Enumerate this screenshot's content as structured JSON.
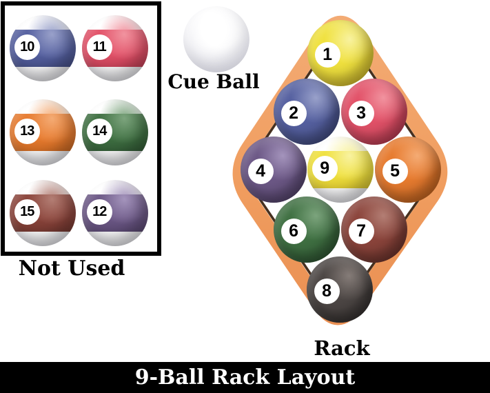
{
  "title": "9-Ball Rack Layout",
  "cue_ball": {
    "label": "Cue Ball"
  },
  "not_used": {
    "label": "Not Used",
    "rows": [
      [
        10,
        11
      ],
      [
        13,
        14
      ],
      [
        15,
        12
      ]
    ]
  },
  "rack": {
    "label": "Rack",
    "rows": [
      [
        1
      ],
      [
        2,
        3
      ],
      [
        4,
        9,
        5
      ],
      [
        6,
        7
      ],
      [
        8
      ]
    ]
  },
  "balls": {
    "1": {
      "color": "yellow",
      "style": "solid"
    },
    "2": {
      "color": "blue",
      "style": "solid"
    },
    "3": {
      "color": "red",
      "style": "solid"
    },
    "4": {
      "color": "purple",
      "style": "solid"
    },
    "5": {
      "color": "orange",
      "style": "solid"
    },
    "6": {
      "color": "green",
      "style": "solid"
    },
    "7": {
      "color": "maroon",
      "style": "solid"
    },
    "8": {
      "color": "black",
      "style": "solid"
    },
    "9": {
      "color": "yellow",
      "style": "stripe"
    },
    "10": {
      "color": "blue",
      "style": "stripe"
    },
    "11": {
      "color": "red",
      "style": "stripe"
    },
    "12": {
      "color": "purple",
      "style": "stripe"
    },
    "13": {
      "color": "orange",
      "style": "stripe"
    },
    "14": {
      "color": "green",
      "style": "stripe"
    },
    "15": {
      "color": "maroon",
      "style": "stripe"
    }
  },
  "ball_palette": {
    "yellow": {
      "main": "#f0e13e",
      "dark": "#c6ab22",
      "hl": "#f8f2a0"
    },
    "blue": {
      "main": "#5560a0",
      "dark": "#363f6e",
      "hl": "#99a1ca"
    },
    "red": {
      "main": "#e25168",
      "dark": "#a52f45",
      "hl": "#f1939f"
    },
    "purple": {
      "main": "#6c5886",
      "dark": "#46375c",
      "hl": "#a494bc"
    },
    "orange": {
      "main": "#e77b2f",
      "dark": "#b25816",
      "hl": "#f4ab74"
    },
    "green": {
      "main": "#3f7042",
      "dark": "#254529",
      "hl": "#7ca47d"
    },
    "maroon": {
      "main": "#8b443b",
      "dark": "#5a2a24",
      "hl": "#b37e74"
    },
    "black": {
      "main": "#4c4644",
      "dark": "#242120",
      "hl": "#857c78"
    }
  },
  "rack_frame": {
    "band": "#f09d5f",
    "band_light": "#f3ab74",
    "inner_line": "#3c2513"
  },
  "text_color": "#000000",
  "title_bg": "#000000",
  "title_fg": "#ffffff"
}
